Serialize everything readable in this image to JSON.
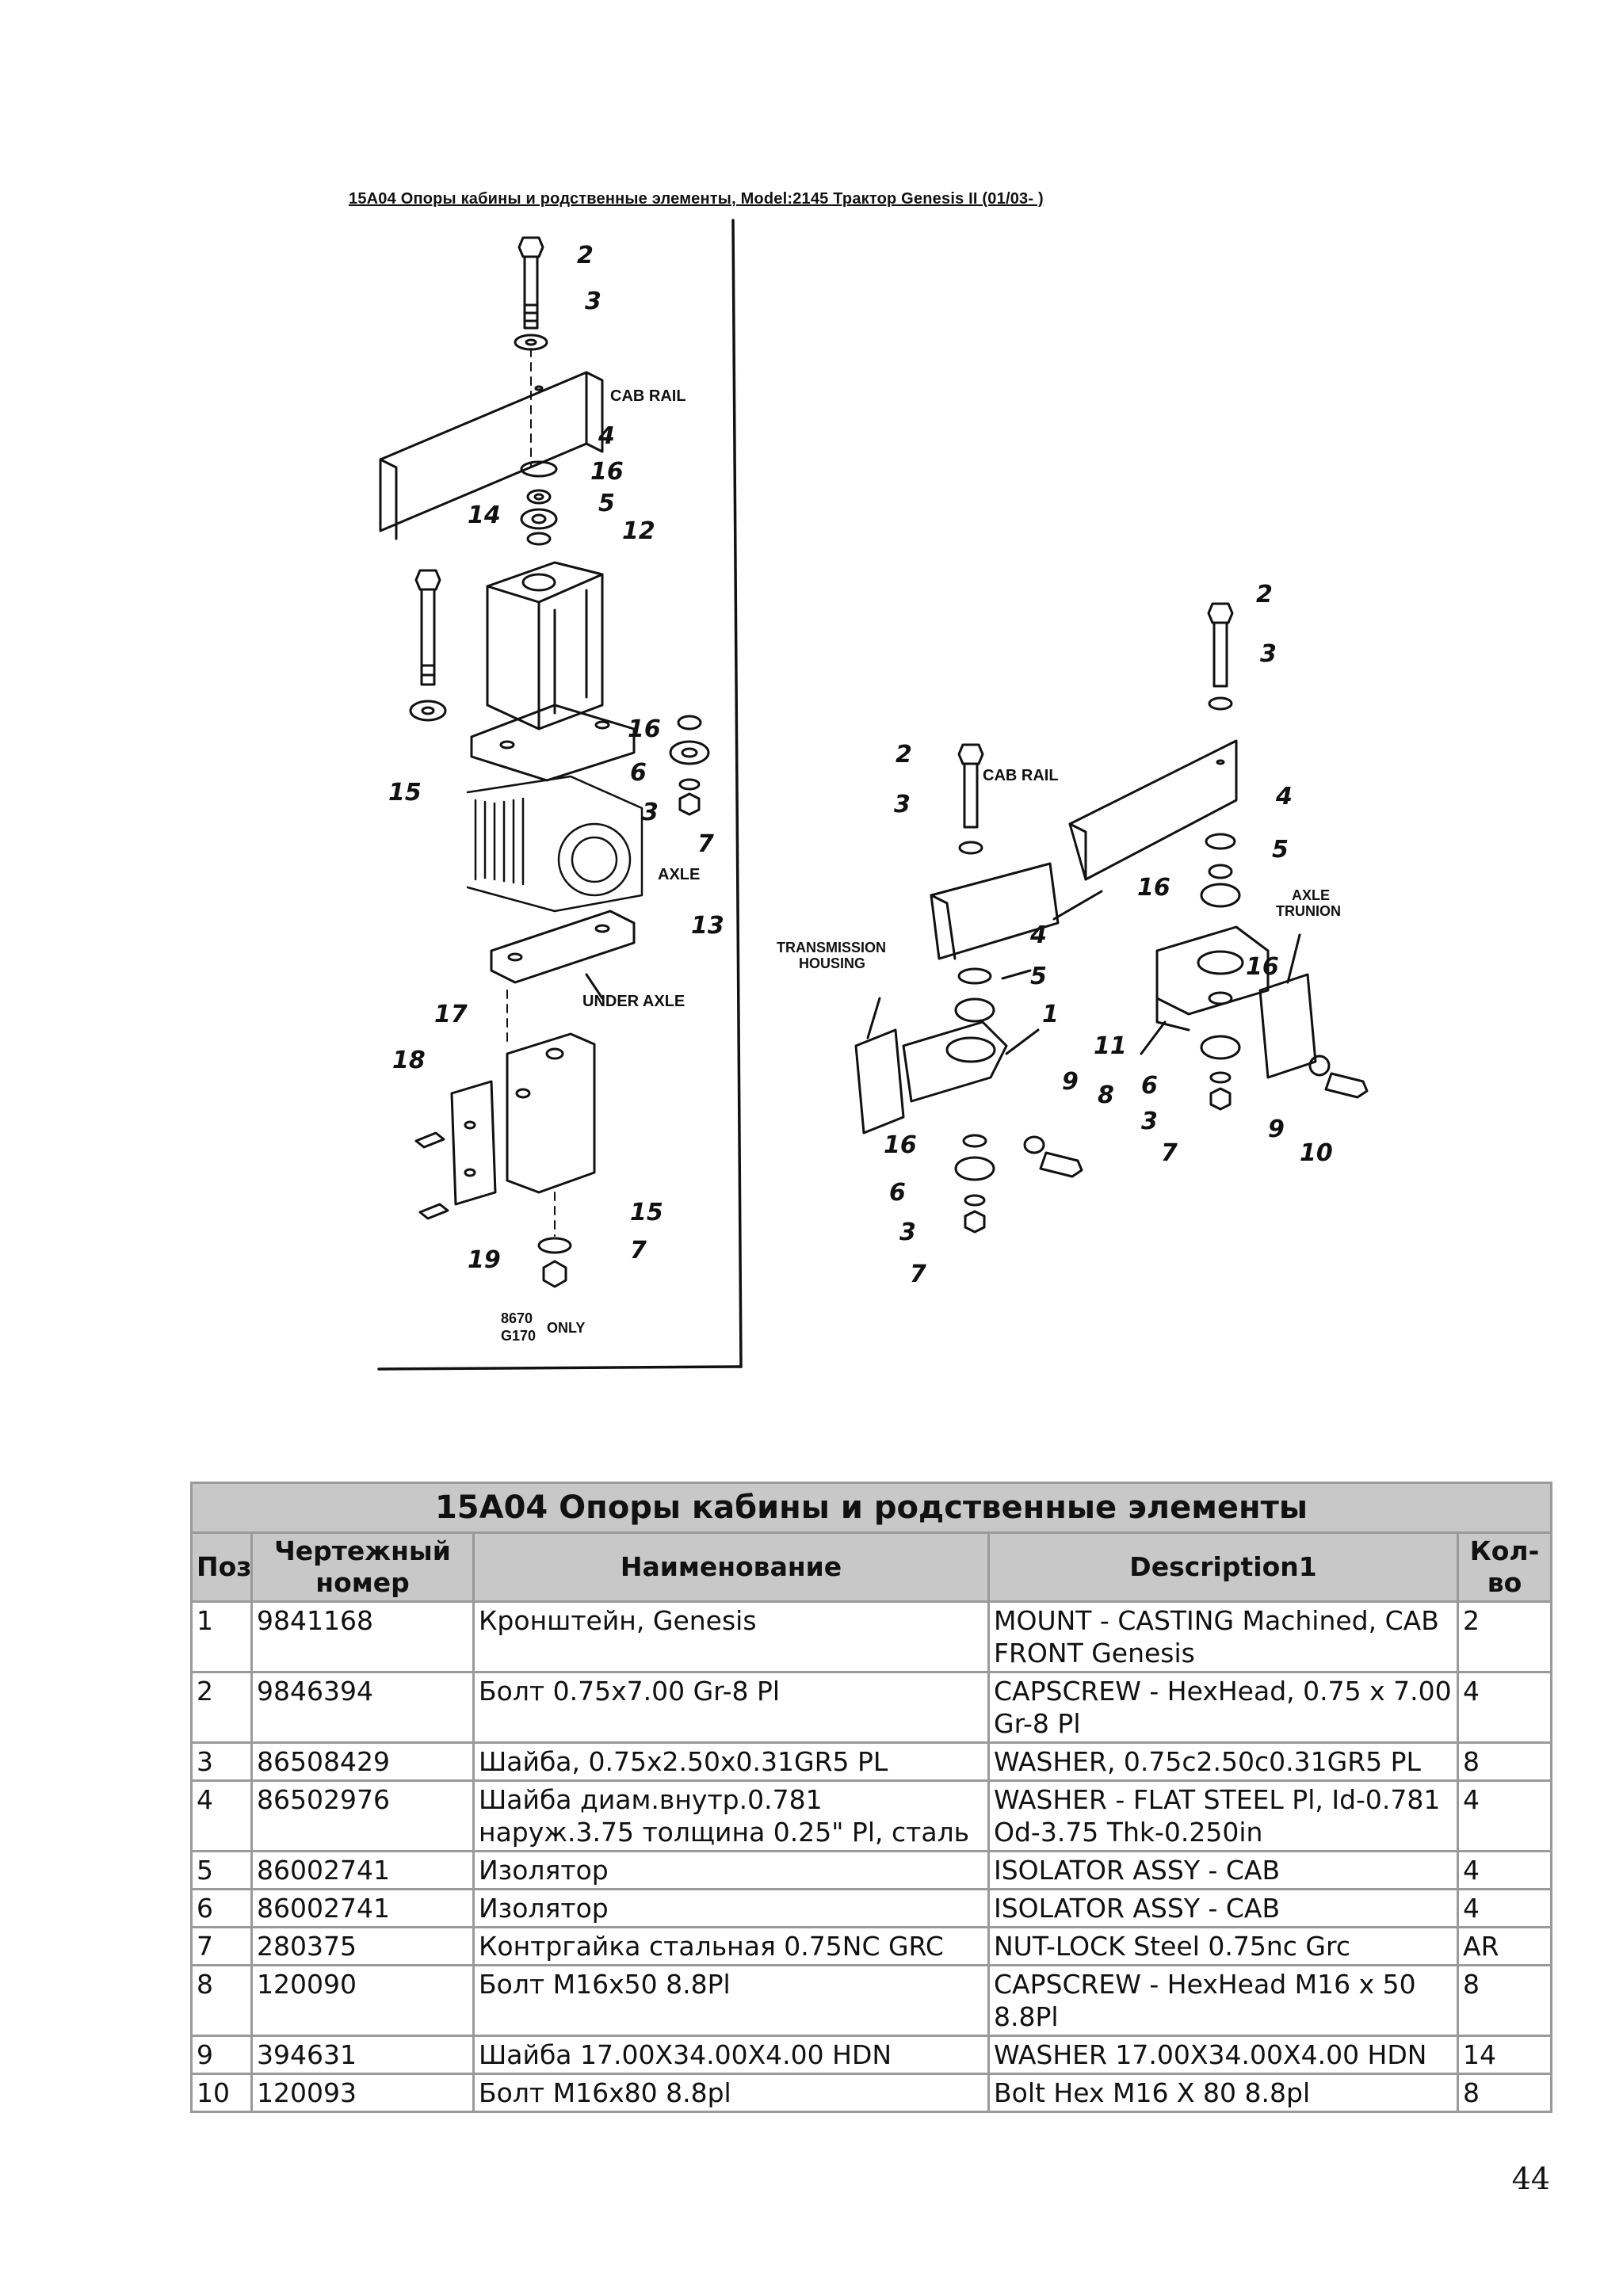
{
  "caption": "15A04 Опоры кабины и родственные элементы, Model:2145 Трактор Genesis II (01/03- )",
  "diagram": {
    "labels": {
      "cab_rail_left": "CAB RAIL",
      "axle": "AXLE",
      "under_axle": "UNDER AXLE",
      "only_note_1": "8670",
      "only_note_2": "G170",
      "only_note_3": "ONLY",
      "cab_rail_right": "CAB RAIL",
      "transmission_1": "TRANSMISSION",
      "transmission_2": "HOUSING",
      "axle_trunion_1": "AXLE",
      "axle_trunion_2": "TRUNION"
    },
    "left_callouts": [
      "2",
      "3",
      "4",
      "16",
      "5",
      "14",
      "12",
      "15",
      "16",
      "6",
      "3",
      "7",
      "13",
      "17",
      "18",
      "15",
      "7",
      "19"
    ],
    "right_callouts": [
      "2",
      "3",
      "2",
      "3",
      "4",
      "5",
      "16",
      "4",
      "5",
      "16",
      "1",
      "11",
      "9",
      "8",
      "6",
      "3",
      "7",
      "9",
      "10",
      "16",
      "6",
      "3",
      "7"
    ]
  },
  "table": {
    "title": "15A04 Опоры кабины и родственные элементы",
    "headers": {
      "pos": "Поз",
      "drawing_no": "Чертежный номер",
      "name": "Наименование",
      "description": "Description1",
      "qty": "Кол-во"
    },
    "rows": [
      {
        "pos": "1",
        "part": "9841168",
        "name": "Кронштейн, Genesis",
        "desc": "MOUNT - CASTING Machined, CAB FRONT Genesis",
        "qty": "2"
      },
      {
        "pos": "2",
        "part": "9846394",
        "name": "Болт 0.75x7.00 Gr-8 Pl",
        "desc": "CAPSCREW - HexHead, 0.75 x 7.00 Gr-8 Pl",
        "qty": "4"
      },
      {
        "pos": "3",
        "part": "86508429",
        "name": "Шайба, 0.75x2.50x0.31GR5 PL",
        "desc": "WASHER, 0.75c2.50c0.31GR5 PL",
        "qty": "8"
      },
      {
        "pos": "4",
        "part": "86502976",
        "name": "Шайба диам.внутр.0.781 наруж.3.75 толщина 0.25\" Pl, сталь",
        "desc": "WASHER - FLAT STEEL Pl, Id-0.781 Od-3.75 Thk-0.250in",
        "qty": "4"
      },
      {
        "pos": "5",
        "part": "86002741",
        "name": "Изолятор",
        "desc": "ISOLATOR ASSY - CAB",
        "qty": "4"
      },
      {
        "pos": "6",
        "part": "86002741",
        "name": "Изолятор",
        "desc": "ISOLATOR ASSY - CAB",
        "qty": "4"
      },
      {
        "pos": "7",
        "part": "280375",
        "name": "Контргайка стальная 0.75NC GRC",
        "desc": "NUT-LOCK Steel 0.75nc Grc",
        "qty": "AR"
      },
      {
        "pos": "8",
        "part": "120090",
        "name": "Болт М16x50 8.8Pl",
        "desc": "CAPSCREW - HexHead M16 x 50 8.8Pl",
        "qty": "8"
      },
      {
        "pos": "9",
        "part": "394631",
        "name": "Шайба 17.00X34.00X4.00 HDN",
        "desc": "WASHER 17.00X34.00X4.00 HDN",
        "qty": "14"
      },
      {
        "pos": "10",
        "part": "120093",
        "name": "Болт М16x80 8.8pl",
        "desc": "Bolt Hex M16 X 80 8.8pl",
        "qty": "8"
      }
    ]
  },
  "page_number": "44"
}
